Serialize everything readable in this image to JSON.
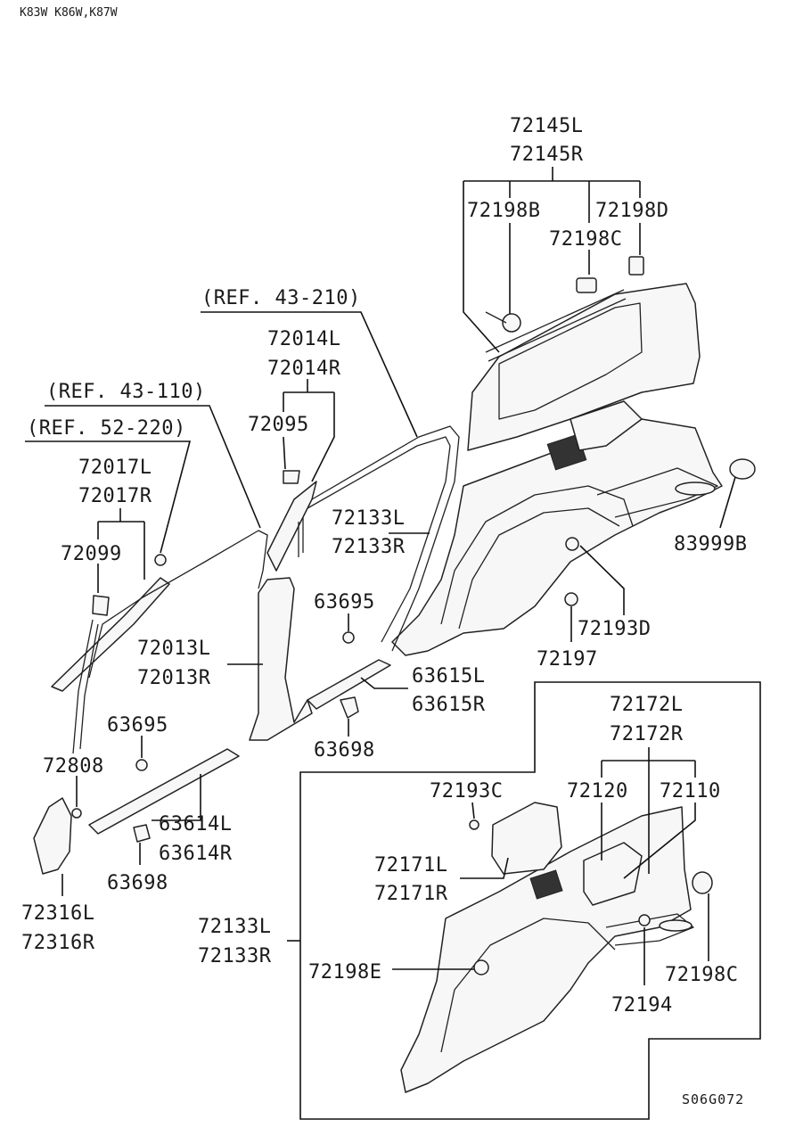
{
  "header": {
    "model_code": "K83W K86W,K87W"
  },
  "footer": {
    "figure_code": "S06G072"
  },
  "labels": {
    "p72145L": "72145L",
    "p72145R": "72145R",
    "p72198B": "72198B",
    "p72198D": "72198D",
    "p72198C_top": "72198C",
    "ref43_210": "(REF. 43-210)",
    "p72014L": "72014L",
    "p72014R": "72014R",
    "p72095": "72095",
    "ref43_110": "(REF. 43-110)",
    "ref52_220": "(REF. 52-220)",
    "p72017L": "72017L",
    "p72017R": "72017R",
    "p72099": "72099",
    "p72133L_top": "72133L",
    "p72133R_top": "72133R",
    "p83999B": "83999B",
    "p63695_a": "63695",
    "p72013L": "72013L",
    "p72013R": "72013R",
    "p63615L": "63615L",
    "p63615R": "63615R",
    "p72193D": "72193D",
    "p72197": "72197",
    "p63698_a": "63698",
    "p63695_b": "63695",
    "p72172L": "72172L",
    "p72172R": "72172R",
    "p72808": "72808",
    "p72193C": "72193C",
    "p72120": "72120",
    "p72110": "72110",
    "p63614L": "63614L",
    "p63614R": "63614R",
    "p63698_b": "63698",
    "p72171L": "72171L",
    "p72171R": "72171R",
    "p72316L": "72316L",
    "p72316R": "72316R",
    "p72133L_bot": "72133L",
    "p72133R_bot": "72133R",
    "p72198E": "72198E",
    "p72198C_bot": "72198C",
    "p72194": "72194"
  }
}
